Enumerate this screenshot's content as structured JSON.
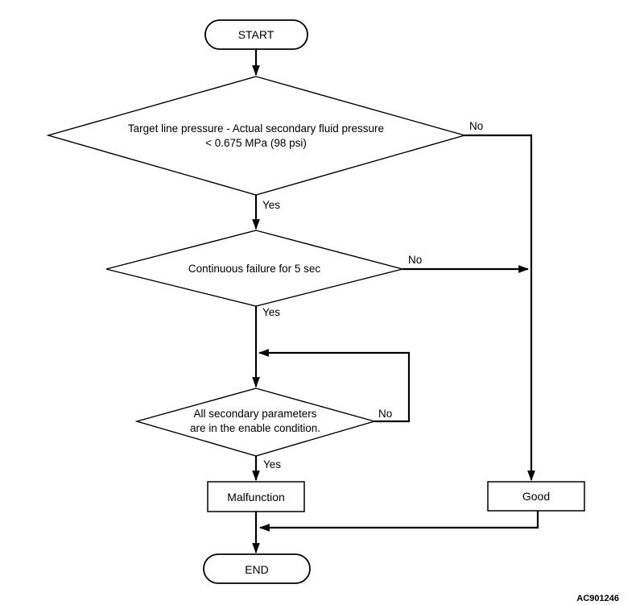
{
  "flowchart": {
    "start": {
      "label": "START"
    },
    "end": {
      "label": "END"
    },
    "decisions": [
      {
        "text_line1": "Target line pressure - Actual secondary fluid pressure",
        "text_line2": "< 0.675 MPa (98 psi)",
        "yes_label": "Yes",
        "no_label": "No"
      },
      {
        "text_line1": "Continuous failure for 5 sec",
        "yes_label": "Yes",
        "no_label": "No"
      },
      {
        "text_line1": "All secondary parameters",
        "text_line2": "are in the enable condition.",
        "yes_label": "Yes",
        "no_label": "No"
      }
    ],
    "outcomes": [
      {
        "label": "Malfunction"
      },
      {
        "label": "Good"
      }
    ],
    "figure_code": "AC901246"
  },
  "colors": {
    "line": "#000000",
    "background": "#ffffff",
    "text": "#000000"
  }
}
